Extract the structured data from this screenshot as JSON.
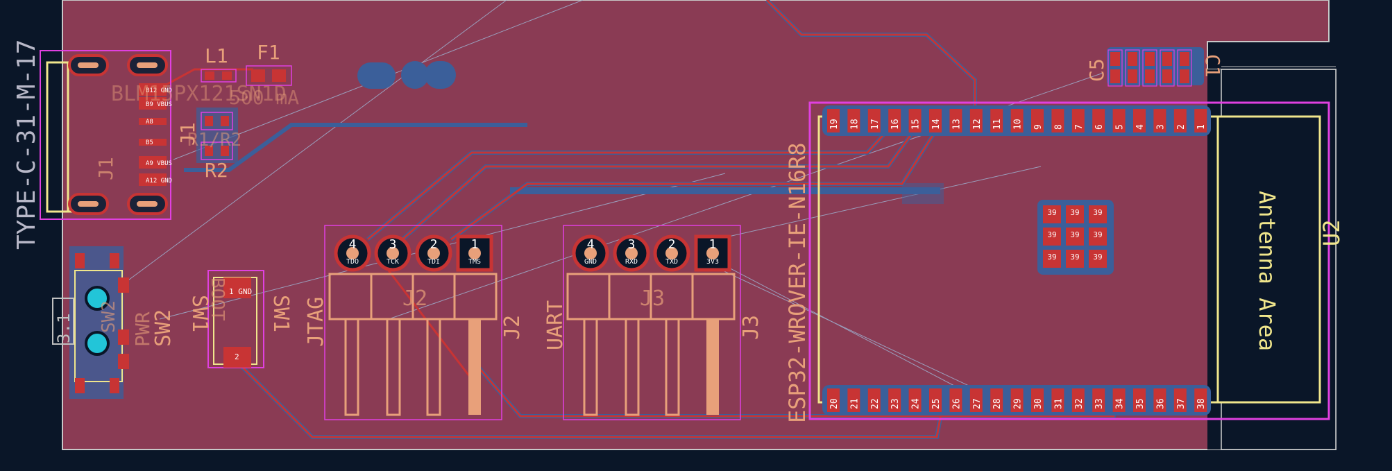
{
  "board": {
    "outline_texts": {
      "type_c": "TYPE-C-31-M-17",
      "esp": "ESP32-WROVER-IE-N16R8",
      "antenna": "Antenna Area",
      "u2": "U2",
      "u2_ghost": "U2"
    },
    "refs": {
      "J1": "J1",
      "J1b": "J1",
      "L1": "L1",
      "F1": "F1",
      "R1R2": "R1/R2",
      "R2": "R2",
      "C5": "C5",
      "J2": "J2",
      "J2b": "J2",
      "J3": "J3",
      "J3b": "J3",
      "SW1": "SW1",
      "SW2": "SW2",
      "SW1b": "SW1",
      "SW2b": "SW2",
      "JTAG": "JTAG",
      "UART": "UART",
      "PWR": "PWR",
      "BOOT": "BOOT",
      "BL": "BLM15PX121SN1D",
      "MA": "500 mA",
      "C1": "C1",
      "C5b": "C5",
      "tag3": "3.1"
    },
    "usb_pads": [
      "B12 GND",
      "B9 VBUS",
      "A8",
      "B5",
      "A9 VBUS",
      "A12 GND"
    ],
    "header_pins_j2": [
      "4",
      "3",
      "2",
      "1"
    ],
    "header_pins_j3": [
      "4",
      "3",
      "2",
      "1"
    ],
    "j2_netlabels": [
      "TDO",
      "TCK",
      "TDI",
      "TMS"
    ],
    "j3_netlabels": [
      "GND",
      "RXD",
      "TXD",
      "3V3"
    ],
    "top_pins": [
      "19",
      "18",
      "17",
      "16",
      "15",
      "14",
      "13",
      "12",
      "11",
      "10",
      "9",
      "8",
      "7",
      "6",
      "5",
      "4",
      "3",
      "2",
      "1"
    ],
    "bottom_pins": [
      "20",
      "21",
      "22",
      "23",
      "24",
      "25",
      "26",
      "27",
      "28",
      "29",
      "30",
      "31",
      "32",
      "33",
      "34",
      "35",
      "36",
      "37",
      "38"
    ],
    "center_pads": [
      "39",
      "39",
      "39",
      "39",
      "39",
      "39",
      "39",
      "39",
      "39"
    ],
    "sw_pad_labels": [
      "1 GND",
      "2"
    ]
  },
  "colors": {
    "bg": "#0a1628",
    "board": "#8a3b54",
    "copper": "#c83434",
    "copper_back": "#3b5f9a",
    "silk": "#e8a07a",
    "fab": "#f0e68c",
    "courtyard": "#e040e0",
    "edge": "#c0c0c0"
  }
}
